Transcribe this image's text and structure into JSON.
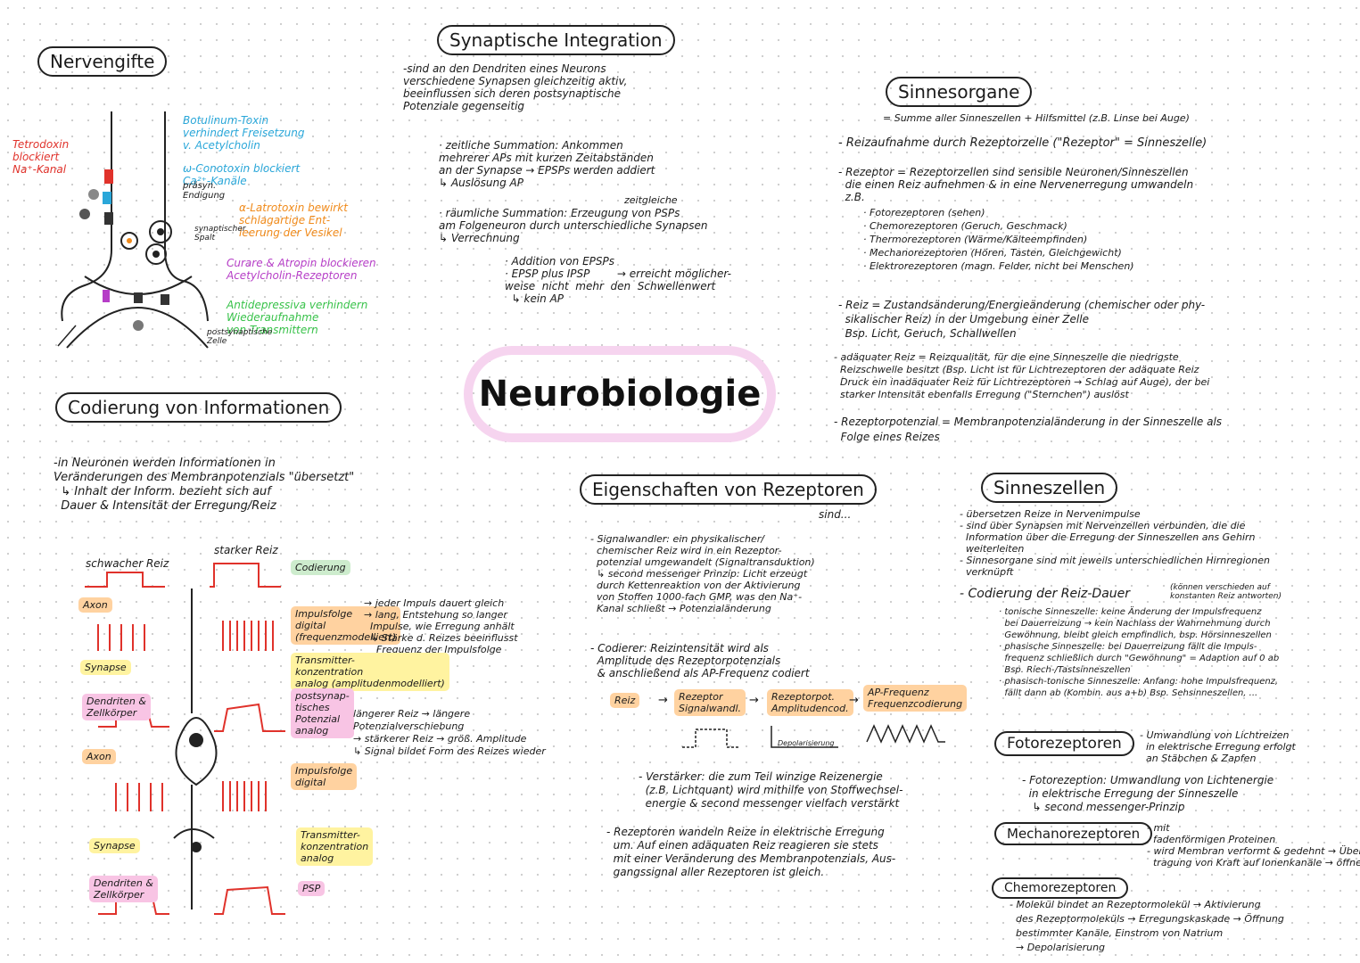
{
  "title": "Neurobiologie",
  "nervengifte": {
    "heading": "Nervengifte",
    "tetrodoxin": "Tetrodoxin\nblockiert\nNa⁺-Kanal",
    "botulinum": "Botulinum-Toxin\nverhindert Freisetzung\nv. Acetylcholin",
    "conotoxin": "ω-Conotoxin blockiert\nCa²⁺-Kanäle",
    "praesyn": "präsyn.\nEndigung",
    "latrotoxin": "α-Latrotoxin bewirkt\nschlagartige Ent-\nleerung der Vesikel",
    "spalt": "synaptischer\nSpalt",
    "curare": "Curare & Atropin blockieren\nAcetylcholin-Rezeptoren",
    "antidepressiva": "Antidepressiva verhindern\nWiederaufnahme\nvon Transmittern",
    "postsyn": "postsynaptische\nZelle"
  },
  "synaptische": {
    "heading": "Synaptische Integration",
    "intro": "-sind an den Dendriten eines Neurons\nverschiedene Synapsen gleichzeitig aktiv,\nbeeinflussen sich deren postsynaptische\nPotenziale gegenseitig",
    "zeitlich": "· zeitliche Summation: Ankommen\nmehrerer APs mit kurzen Zeitabständen\nan der Synapse → EPSPs werden addiert\n↳ Auslösung AP",
    "raeumlich_top": "zeitgleiche",
    "raeumlich": "· räumliche Summation: Erzeugung von PSPs\nam Folgeneuron durch unterschiedliche Synapsen\n↳ Verrechnung",
    "addition": "· Addition von EPSPs\n· EPSP plus IPSP        → erreicht möglicher-\nweise  nicht  mehr  den  Schwellenwert\n  ↳ kein AP"
  },
  "sinnesorgane": {
    "heading": "Sinnesorgane",
    "summe": "= Summe aller Sinneszellen + Hilfsmittel (z.B. Linse bei Auge)",
    "reizaufnahme": "- Reizaufnahme durch Rezeptorzelle (\"Rezeptor\" = Sinneszelle)",
    "rezeptor": "- Rezeptor = Rezeptorzellen sind sensible Neuronen/Sinneszellen\n  die einen Reiz aufnehmen & in eine Nervenerregung umwandeln\n  z.B.",
    "liste": "· Fotorezeptoren (sehen)\n· Chemorezeptoren (Geruch, Geschmack)\n· Thermorezeptoren (Wärme/Kälteempfinden)\n· Mechanorezeptoren (Hören, Tasten, Gleichgewicht)\n· Elektrorezeptoren (magn. Felder, nicht bei Menschen)",
    "reiz": "- Reiz = Zustandsänderung/Energieänderung (chemischer oder phy-\n  sikalischer Reiz) in der Umgebung einer Zelle\n  Bsp. Licht, Geruch, Schallwellen",
    "adaequat": "- adäquater Reiz = Reizqualität, für die eine Sinneszelle die niedrigste\n  Reizschwelle besitzt (Bsp. Licht ist für Lichtrezeptoren der adäquate Reiz\n  Druck ein inadäquater Reiz für Lichtrezeptoren → Schlag auf Auge), der bei\n  starker Intensität ebenfalls Erregung (\"Sternchen\") auslöst",
    "rezeptorpot": "- Rezeptorpotenzial = Membranpotenzialänderung in der Sinneszelle als\n  Folge eines Reizes"
  },
  "codierung": {
    "heading": "Codierung von Informationen",
    "intro": "-in Neuronen werden Informationen in\nVeränderungen des Membranpotenzials \"übersetzt\"\n  ↳ Inhalt der Inform. bezieht sich auf\n  Dauer & Intensität der Erregung/Reiz",
    "schwach": "schwacher Reiz",
    "stark": "starker Reiz",
    "codierung_lbl": "Codierung",
    "axon1": "Axon",
    "synapse1": "Synapse",
    "dendriten1": "Dendriten &\nZellkörper",
    "axon2": "Axon",
    "synapse2": "Synapse",
    "dendriten2": "Dendriten &\nZellkörper",
    "impulsfolge": "Impulsfolge\ndigital\n(frequenzmodelliert)",
    "impuls_text": "→ jeder Impuls dauert gleich\n→ lang, Entstehung so langer\n  Impulse, wie Erregung anhält\n  ↳ Stärke d. Reizes beeinflusst\n    Frequenz der Impulsfolge",
    "transmitter": "Transmitter-\nkonzentration\nanalog (amplitudenmodelliert)",
    "postsynap": "postsynap-\ntisches\nPotenzial\nanalog",
    "laenger": "längerer Reiz → längere\nPotenzialverschiebung\n→ stärkerer Reiz → größ. Amplitude\n↳ Signal bildet Form des Reizes wieder",
    "impulsfolge2": "Impulsfolge\ndigital",
    "transmitter2": "Transmitter-\nkonzentration\nanalog",
    "psp": "PSP"
  },
  "eigenschaften": {
    "heading": "Eigenschaften von Rezeptoren",
    "sind": "sind...",
    "signalwandler": "- Signalwandler: ein physikalischer/\n  chemischer Reiz wird in ein Rezeptor-\n  potenzial umgewandelt (Signaltransduktion)\n  ↳ second messenger Prinzip: Licht erzeugt\n  durch Kettenreaktion von der Aktivierung\n  von Stoffen 1000-fach GMP, was den Na⁺-\n  Kanal schließt → Potenzialänderung",
    "codierer": "- Codierer: Reizintensität wird als\n  Amplitude des Rezeptorpotenzials\n  & anschließend als AP-Frequenz codiert",
    "flow_reiz": "Reiz",
    "flow_rezeptor": "Rezeptor\nSignalwandl.",
    "flow_rezeptorpot": "Rezeptorpot.\nAmplitudencod.",
    "flow_ap": "AP-Frequenz\nFrequenzcodierung",
    "depol": "Depolarisierung",
    "verstaerker": "- Verstärker: die zum Teil winzige Reizenergie\n  (z.B. Lichtquant) wird mithilfe von Stoffwechsel-\n  energie & second messenger vielfach verstärkt",
    "rezeptoren_wandeln": "- Rezeptoren wandeln Reize in elektrische Erregung\n  um. Auf einen adäquaten Reiz reagieren sie stets\n  mit einer Veränderung des Membranpotenzials, Aus-\n  gangssignal aller Rezeptoren ist gleich."
  },
  "sinneszellen": {
    "heading": "Sinneszellen",
    "uebersetzen": "- übersetzen Reize in Nervenimpulse\n- sind über Synapsen mit Nervenzellen verbunden, die die\n  Information über die Erregung der Sinneszellen ans Gehirn\n  weiterleiten\n- Sinnesorgane sind mit jeweils unterschiedlichen Hirnregionen\n  verknüpft",
    "reizdauer": "- Codierung der Reiz-Dauer",
    "reizdauer_note": "(können verschieden auf\nkonstanten Reiz antworten)",
    "tonisch": "· tonische Sinneszelle: keine Änderung der Impulsfrequenz\n  bei Dauerreizung → kein Nachlass der Wahrnehmung durch\n  Gewöhnung, bleibt gleich empfindlich, bsp. Hörsinneszellen\n· phasische Sinneszelle: bei Dauerreizung fällt die Impuls-\n  frequenz schließlich durch \"Gewöhnung\" = Adaption auf 0 ab\n  Bsp. Riech-/Tastsinneszellen\n· phasisch-tonische Sinneszelle: Anfang: hohe Impulsfrequenz,\n  fällt dann ab (Kombin. aus a+b) Bsp. Sehsinneszellen, ...",
    "foto_heading": "Fotorezeptoren",
    "foto_text": "- Umwandlung von Lichtreizen\n  in elektrische Erregung erfolgt\n  an Stäbchen & Zapfen",
    "fotorezeption": "- Fotorezeption: Umwandlung von Lichtenergie\n  in elektrische Erregung der Sinneszelle\n   ↳ second messenger-Prinzip",
    "mechano_heading": "Mechanorezeptoren",
    "mechano_text": "- mit\n  fadenförmigen Proteinen\n- wird Membran verformt & gedehnt → Über-\n  tragung von Kraft auf Ionenkanäle → öffnen",
    "chemo_heading": "Chemorezeptoren",
    "chemo_text": "- Molekül bindet an Rezeptormolekül → Aktivierung\n  des Rezeptormoleküls → Erregungskaskade → Öffnung\n  bestimmter Kanäle, Einstrom von Natrium\n  → Depolarisierung"
  },
  "colors": {
    "red": "#e0322b",
    "blue": "#2aa7d9",
    "orange": "#f08a1a",
    "purple": "#b63ec7",
    "green": "#38c24a",
    "highlight_green": "#cdeccd",
    "highlight_pink": "#f6d4ef"
  }
}
